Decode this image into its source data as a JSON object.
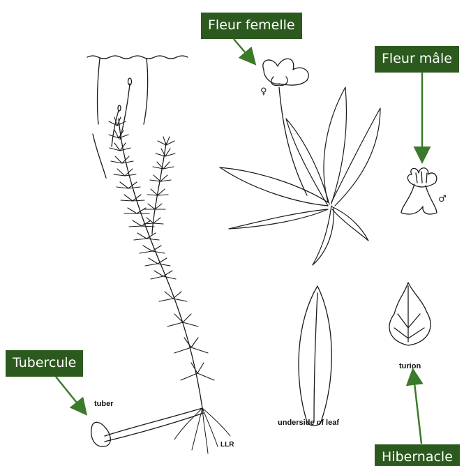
{
  "labels": {
    "female_flower": "Fleur femelle",
    "male_flower": "Fleur mâle",
    "tuber_tag": "Tubercule",
    "hibernacle": "Hibernacle"
  },
  "captions": {
    "tuber": "tuber",
    "underside_leaf": "underside of leaf",
    "turion": "turion",
    "signature": "LLR"
  },
  "symbols": {
    "female": "♀",
    "male": "♂"
  },
  "colors": {
    "tag_background": "#2c5a1e",
    "arrow": "#3b7a2a",
    "ink": "#1a1a1a"
  }
}
